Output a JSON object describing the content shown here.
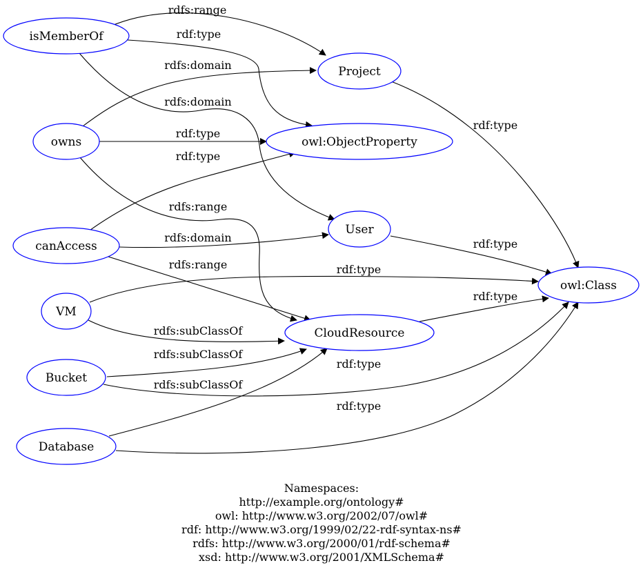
{
  "colors": {
    "node_stroke": "#0000ff",
    "edge": "#000000",
    "background": "#ffffff"
  },
  "nodes": {
    "isMemberOf": "isMemberOf",
    "owns": "owns",
    "canAccess": "canAccess",
    "VM": "VM",
    "Bucket": "Bucket",
    "Database": "Database",
    "Project": "Project",
    "ObjectProperty": "owl:ObjectProperty",
    "User": "User",
    "CloudResource": "CloudResource",
    "Class": "owl:Class"
  },
  "edges": [
    {
      "from": "isMemberOf",
      "to": "Project",
      "label": "rdfs:range"
    },
    {
      "from": "isMemberOf",
      "to": "owl:ObjectProperty",
      "label": "rdf:type"
    },
    {
      "from": "owns",
      "to": "Project",
      "label": "rdfs:domain"
    },
    {
      "from": "isMemberOf",
      "to": "User",
      "label": "rdfs:domain"
    },
    {
      "from": "owns",
      "to": "owl:ObjectProperty",
      "label": "rdf:type"
    },
    {
      "from": "canAccess",
      "to": "owl:ObjectProperty",
      "label": "rdf:type"
    },
    {
      "from": "owns",
      "to": "CloudResource",
      "label": "rdfs:range"
    },
    {
      "from": "canAccess",
      "to": "User",
      "label": "rdfs:domain"
    },
    {
      "from": "canAccess",
      "to": "CloudResource",
      "label": "rdfs:range"
    },
    {
      "from": "VM",
      "to": "owl:Class",
      "label": "rdf:type"
    },
    {
      "from": "VM",
      "to": "CloudResource",
      "label": "rdfs:subClassOf"
    },
    {
      "from": "Bucket",
      "to": "CloudResource",
      "label": "rdfs:subClassOf"
    },
    {
      "from": "Bucket",
      "to": "owl:Class",
      "label": "rdf:type"
    },
    {
      "from": "Database",
      "to": "CloudResource",
      "label": "rdfs:subClassOf"
    },
    {
      "from": "Database",
      "to": "owl:Class",
      "label": "rdf:type"
    },
    {
      "from": "Project",
      "to": "owl:Class",
      "label": "rdf:type"
    },
    {
      "from": "User",
      "to": "owl:Class",
      "label": "rdf:type"
    },
    {
      "from": "CloudResource",
      "to": "owl:Class",
      "label": "rdf:type"
    }
  ],
  "namespaces": {
    "title": "Namespaces:",
    "lines": [
      "http://example.org/ontology#",
      "owl: http://www.w3.org/2002/07/owl#",
      "rdf: http://www.w3.org/1999/02/22-rdf-syntax-ns#",
      "rdfs: http://www.w3.org/2000/01/rdf-schema#",
      "xsd: http://www.w3.org/2001/XMLSchema#"
    ]
  }
}
